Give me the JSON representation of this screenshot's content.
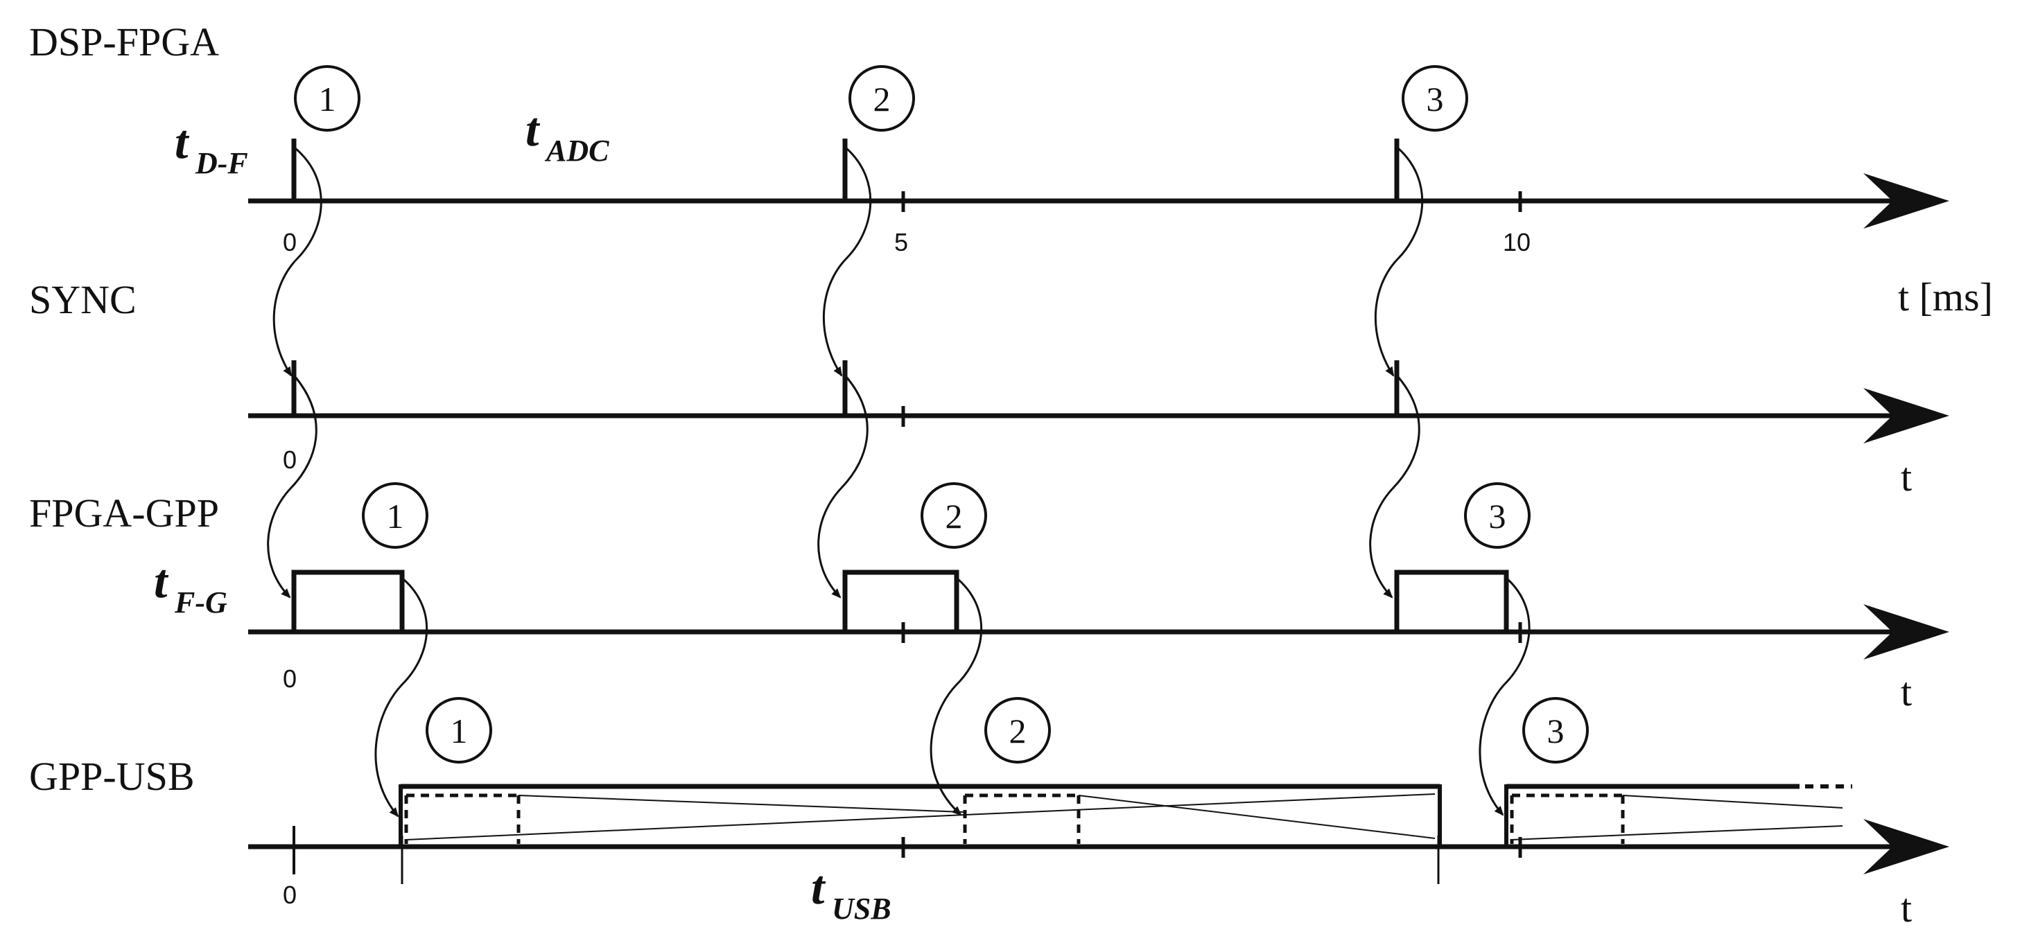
{
  "rows": [
    {
      "label": "DSP-FPGA",
      "axis_label": "t [ms]"
    },
    {
      "label": "SYNC",
      "axis_label": "t"
    },
    {
      "label": "FPGA-GPP",
      "axis_label": "t"
    },
    {
      "label": "GPP-USB",
      "axis_label": "t"
    }
  ],
  "ticks": {
    "dsp_fpga": [
      "0",
      "5",
      "10"
    ],
    "sync": [
      "0"
    ],
    "fpga_gpp": [
      "0"
    ],
    "gpp_usb": [
      "0"
    ]
  },
  "symbols": {
    "t_df": {
      "main": "t",
      "sub": "D-F"
    },
    "t_adc": {
      "main": "t",
      "sub": "ADC"
    },
    "t_fg": {
      "main": "t",
      "sub": "F-G"
    },
    "t_usb": {
      "main": "t",
      "sub": "USB"
    }
  },
  "circle_labels": {
    "dsp_fpga": [
      "1",
      "2",
      "3"
    ],
    "fpga_gpp": [
      "1",
      "2",
      "3"
    ],
    "gpp_usb": [
      "1",
      "2",
      "3"
    ]
  }
}
